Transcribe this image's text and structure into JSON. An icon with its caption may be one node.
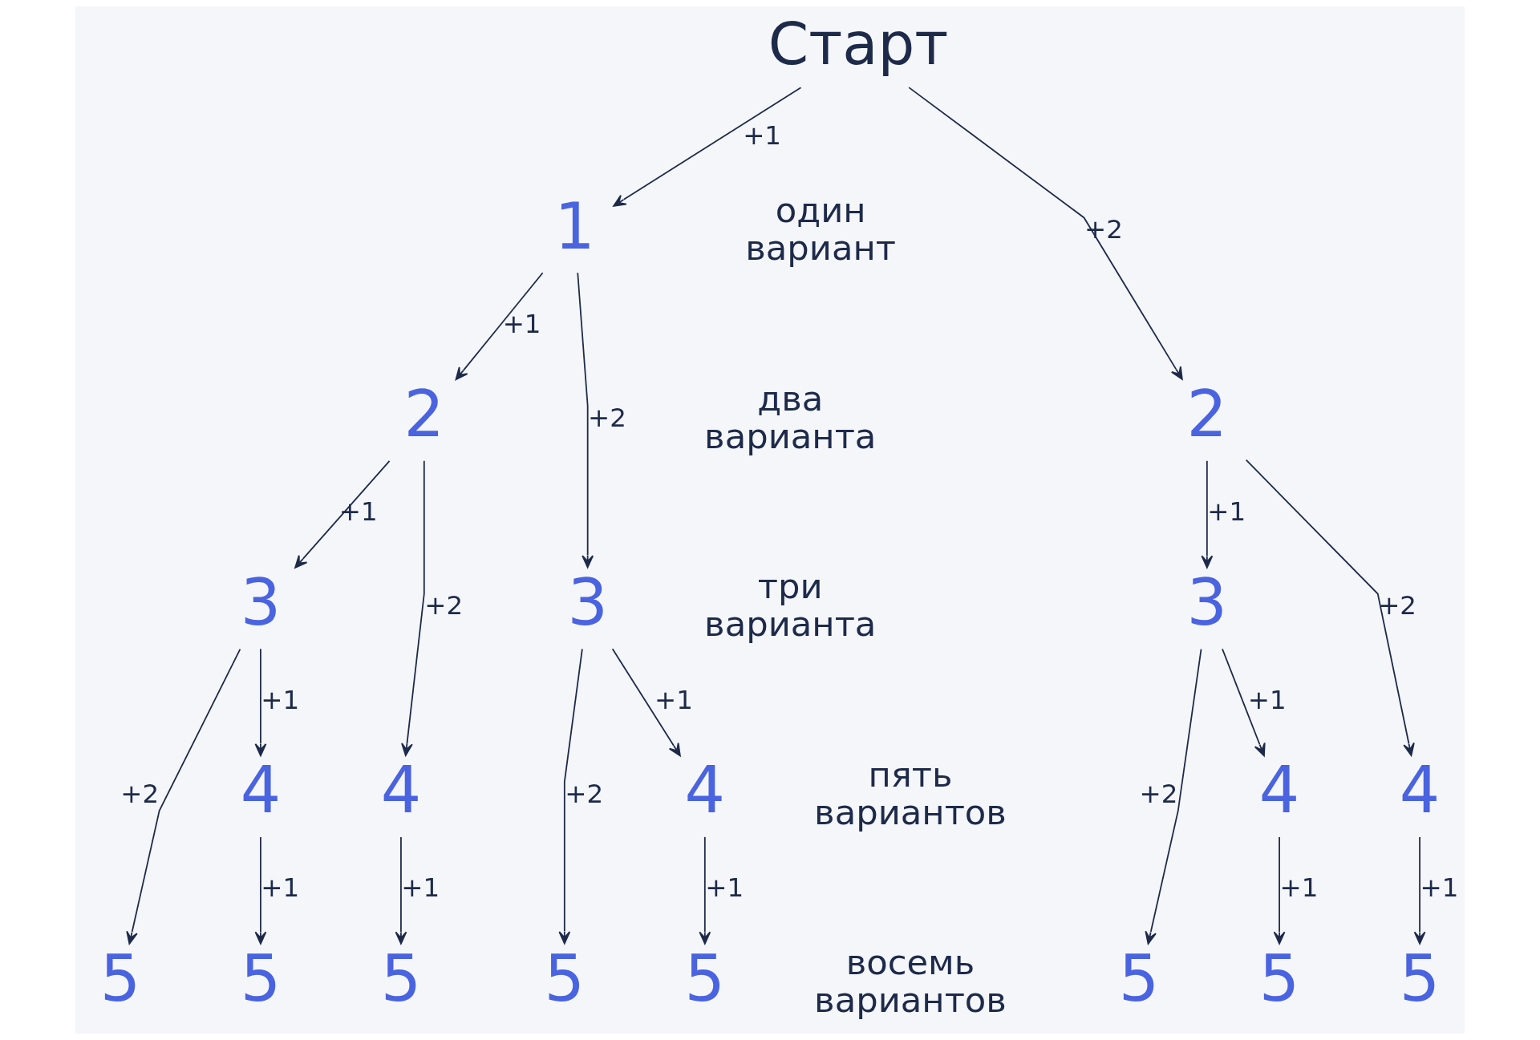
{
  "diagram": {
    "nodes": [
      {
        "text": [
          "Старт"
        ]
      },
      {
        "text": [
          "1"
        ]
      },
      {
        "text": [
          "2"
        ]
      },
      {
        "text": [
          "2"
        ]
      },
      {
        "text": [
          "3"
        ]
      },
      {
        "text": [
          "3"
        ]
      },
      {
        "text": [
          "3"
        ]
      },
      {
        "text": [
          "4"
        ]
      },
      {
        "text": [
          "4"
        ]
      },
      {
        "text": [
          "4"
        ]
      },
      {
        "text": [
          "4"
        ]
      },
      {
        "text": [
          "4"
        ]
      },
      {
        "text": [
          "5"
        ]
      },
      {
        "text": [
          "5"
        ]
      },
      {
        "text": [
          "5"
        ]
      },
      {
        "text": [
          "5"
        ]
      },
      {
        "text": [
          "5"
        ]
      },
      {
        "text": [
          "5"
        ]
      },
      {
        "text": [
          "5"
        ]
      },
      {
        "text": [
          "5"
        ]
      }
    ],
    "edges": [
      {
        "from": 0,
        "to": 2,
        "arrow": "to",
        "label": "+2"
      },
      {
        "from": 0,
        "to": 1,
        "arrow": "to",
        "label": "+1"
      },
      {
        "from": 1,
        "to": 5,
        "arrow": "to",
        "label": "+2"
      },
      {
        "from": 1,
        "to": 3,
        "arrow": "to",
        "label": "+1"
      },
      {
        "from": 2,
        "to": 4,
        "arrow": "to",
        "label": "+1"
      },
      {
        "from": 2,
        "to": 8,
        "arrow": "to",
        "label": "+2"
      },
      {
        "from": 3,
        "to": 10,
        "arrow": "to",
        "label": "+2"
      },
      {
        "from": 3,
        "to": 6,
        "arrow": "to",
        "label": "+1"
      },
      {
        "from": 4,
        "to": 7,
        "arrow": "to",
        "label": "+1"
      },
      {
        "from": 4,
        "to": 13,
        "arrow": "to",
        "label": "+2"
      },
      {
        "from": 5,
        "to": 15,
        "arrow": "to",
        "label": "+2"
      },
      {
        "from": 5,
        "to": 9,
        "arrow": "to",
        "label": "+1"
      },
      {
        "from": 6,
        "to": 18,
        "arrow": "to",
        "label": "+2"
      },
      {
        "from": 6,
        "to": 11,
        "arrow": "to",
        "label": "+1"
      },
      {
        "from": 7,
        "to": 12,
        "arrow": "to",
        "label": "+1"
      },
      {
        "from": 8,
        "to": 14,
        "arrow": "to",
        "label": "+1"
      },
      {
        "from": 9,
        "to": 16,
        "arrow": "to",
        "label": "+1"
      },
      {
        "from": 10,
        "to": 17,
        "arrow": "to",
        "label": "+1"
      },
      {
        "from": 11,
        "to": 19,
        "arrow": "to",
        "label": "+1"
      }
    ],
    "labels": [
      "один вариант",
      "два варианта",
      "три варианта",
      "пять вариантов",
      "восемь вариантов"
    ]
  }
}
